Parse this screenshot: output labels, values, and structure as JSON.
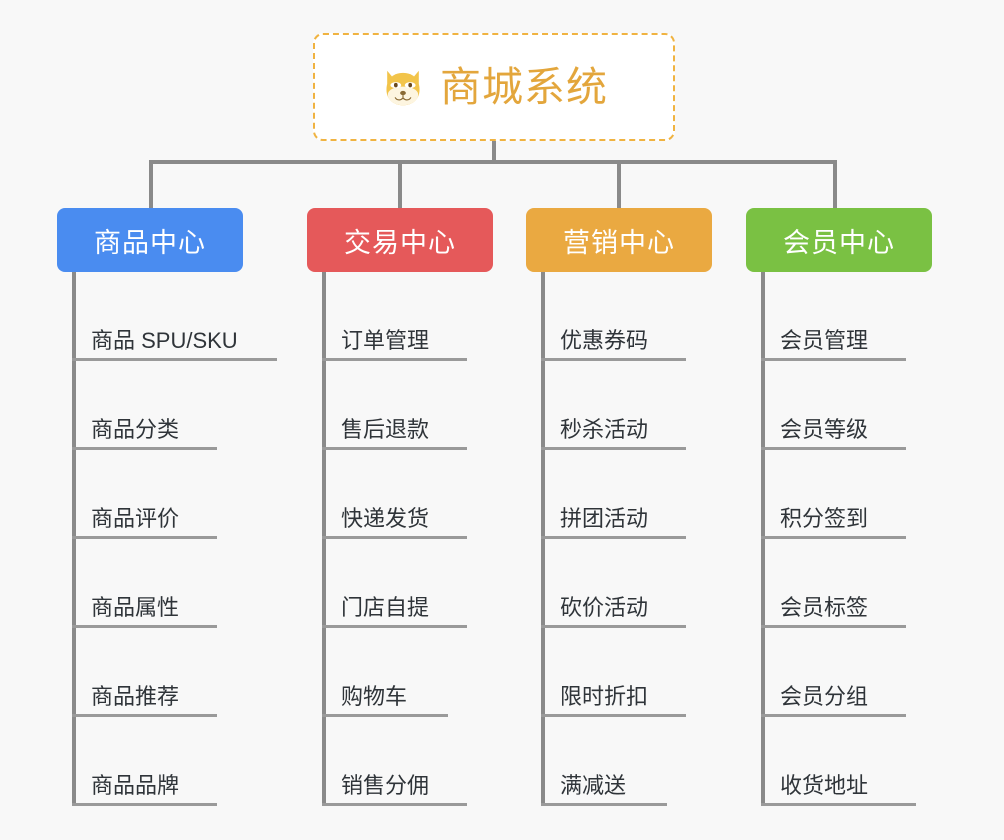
{
  "page": {
    "background_color": "#f8f8f8",
    "title": "商城系统",
    "diagram_type": "mindmap"
  },
  "root": {
    "label": "商城系统",
    "icon": "shiba-dog-face-icon",
    "border_color": "#f0b341",
    "text_color": "#e3a63c",
    "background_color": "#ffffff"
  },
  "connector": {
    "color": "#8a8a8a"
  },
  "branches": [
    {
      "label": "商品中心",
      "color": "#4a8cf0",
      "items": [
        {
          "label": "商品 SPU/SKU"
        },
        {
          "label": "商品分类"
        },
        {
          "label": "商品评价"
        },
        {
          "label": "商品属性"
        },
        {
          "label": "商品推荐"
        },
        {
          "label": "商品品牌"
        }
      ]
    },
    {
      "label": "交易中心",
      "color": "#e5595a",
      "items": [
        {
          "label": "订单管理"
        },
        {
          "label": "售后退款"
        },
        {
          "label": "快递发货"
        },
        {
          "label": "门店自提"
        },
        {
          "label": "购物车"
        },
        {
          "label": "销售分佣"
        }
      ]
    },
    {
      "label": "营销中心",
      "color": "#eaa941",
      "items": [
        {
          "label": "优惠券码"
        },
        {
          "label": "秒杀活动"
        },
        {
          "label": "拼团活动"
        },
        {
          "label": "砍价活动"
        },
        {
          "label": "限时折扣"
        },
        {
          "label": "满减送"
        }
      ]
    },
    {
      "label": "会员中心",
      "color": "#7ac143",
      "items": [
        {
          "label": "会员管理"
        },
        {
          "label": "会员等级"
        },
        {
          "label": "积分签到"
        },
        {
          "label": "会员标签"
        },
        {
          "label": "会员分组"
        },
        {
          "label": "收货地址"
        }
      ]
    }
  ]
}
